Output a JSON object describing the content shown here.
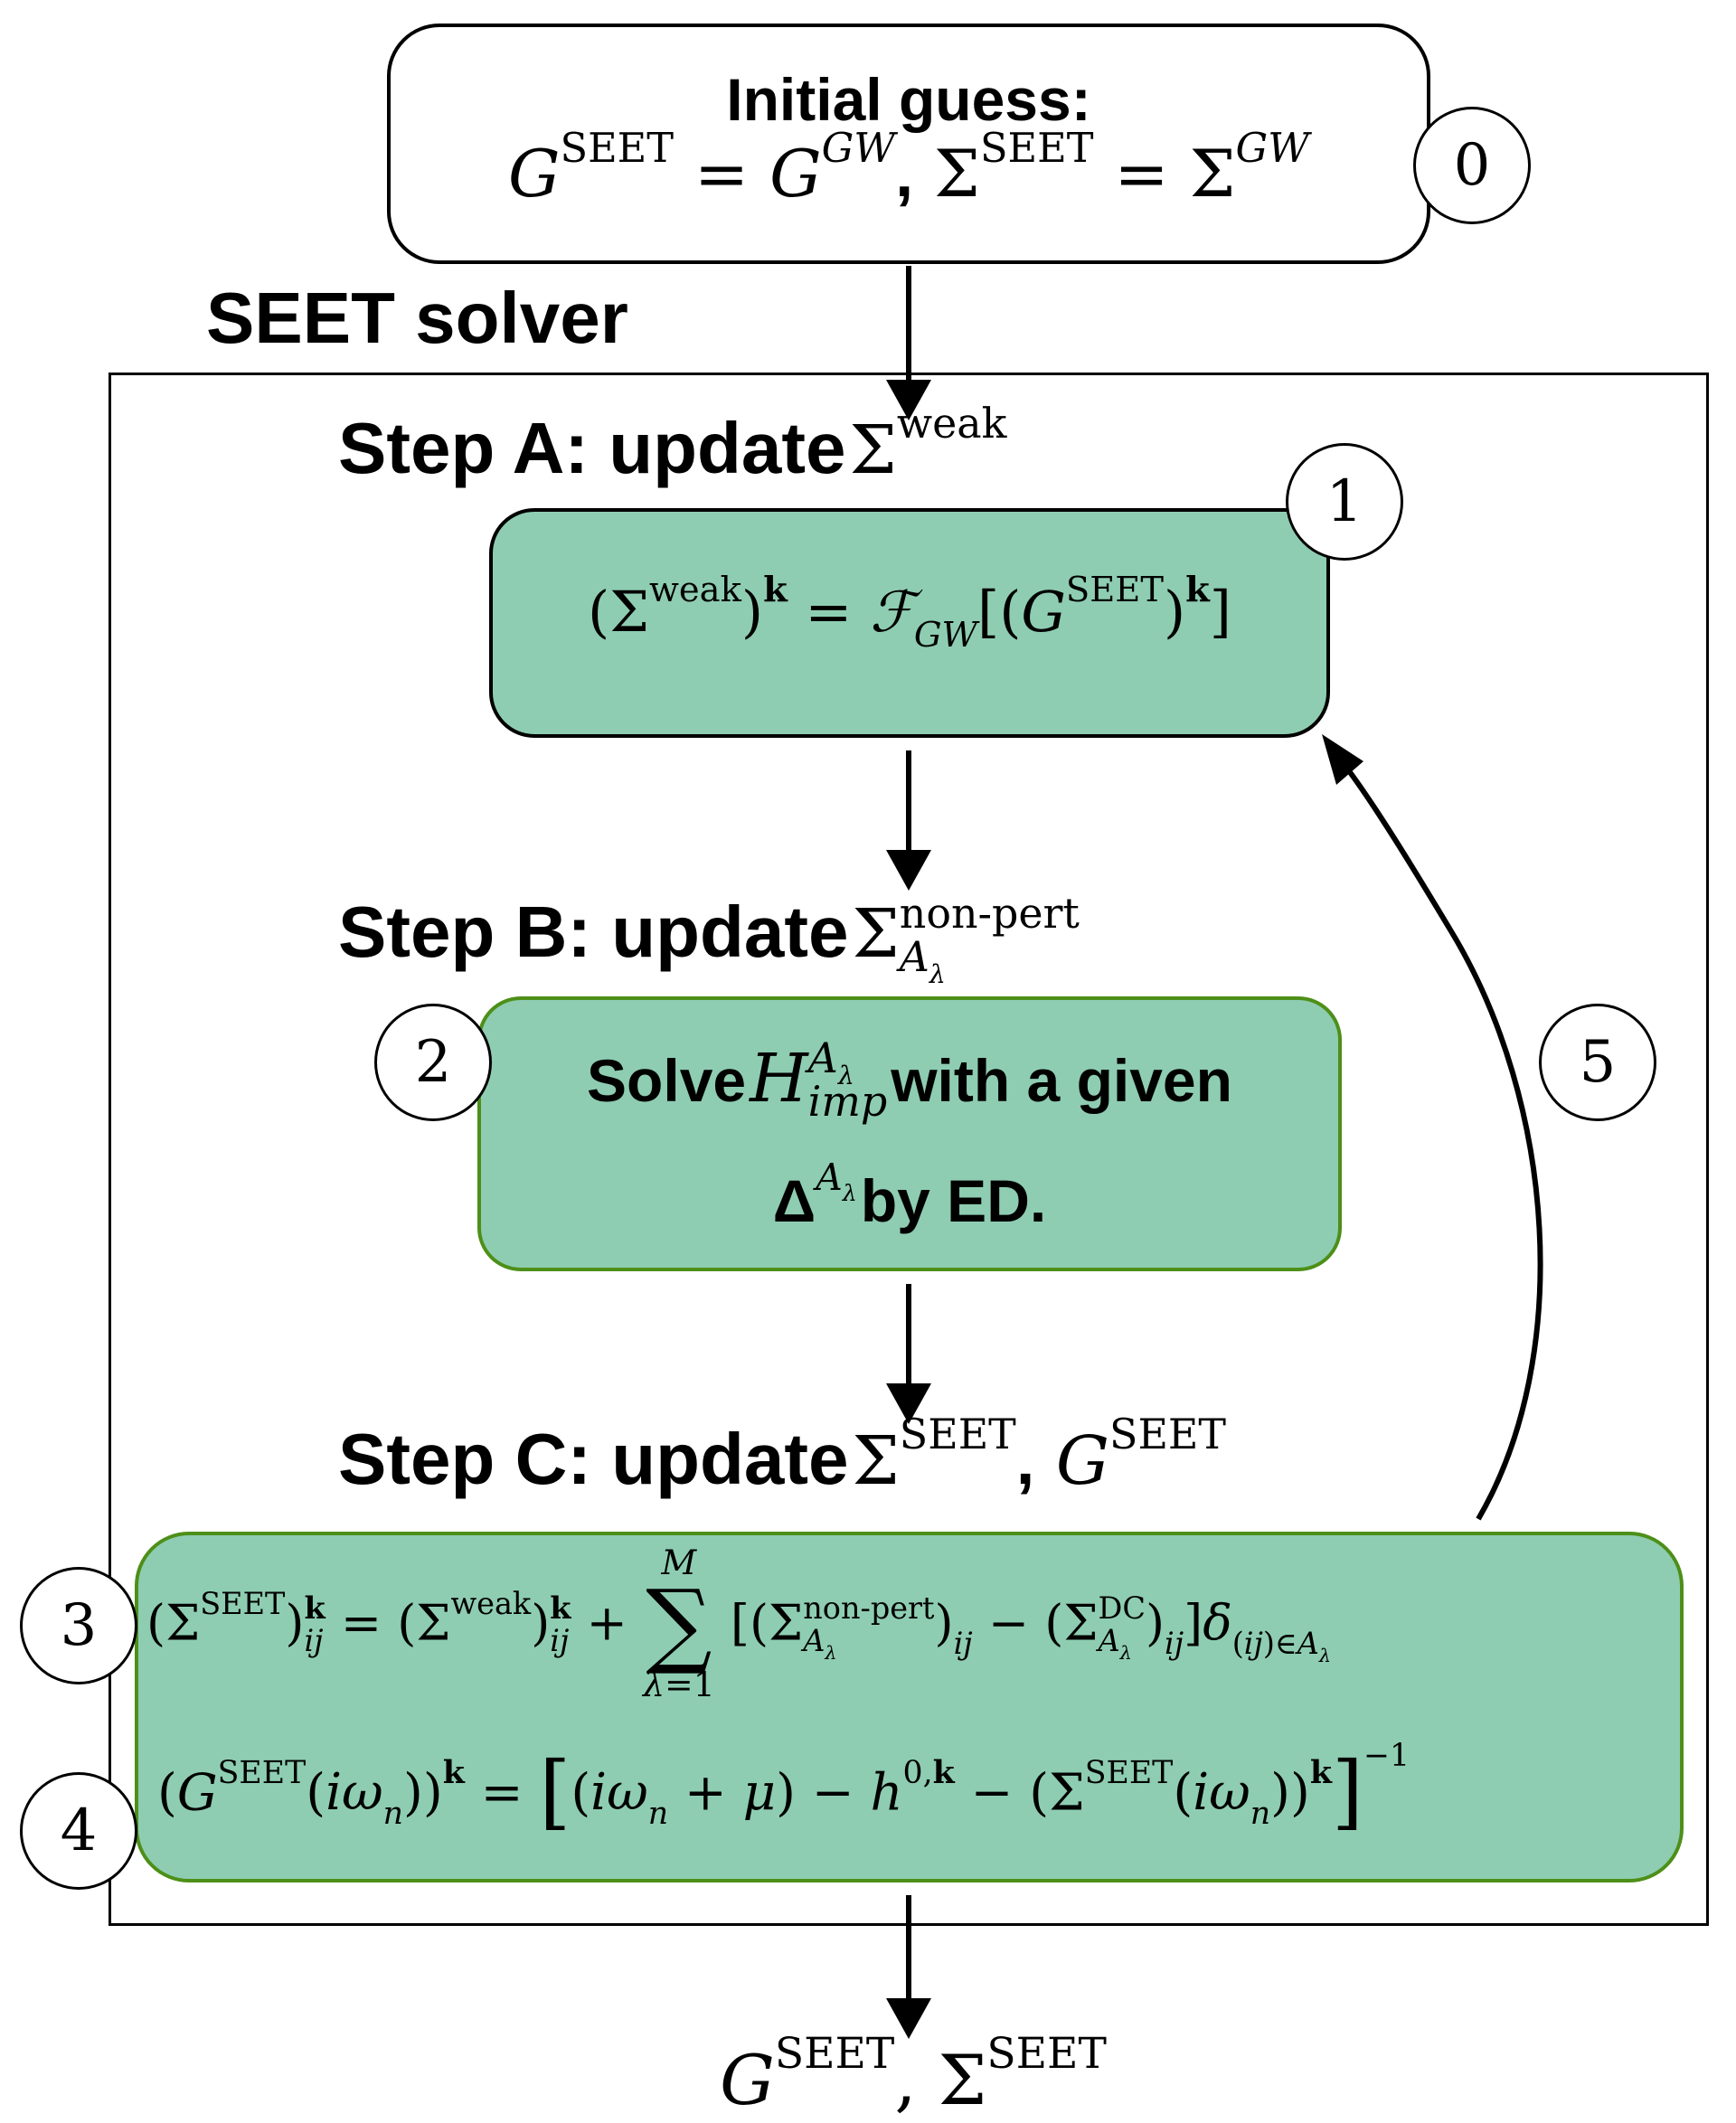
{
  "initial": {
    "title": "Initial guess:",
    "circle": "0"
  },
  "solver_title": "SEET solver",
  "step_a": {
    "heading": "Step A: update",
    "circle": "1"
  },
  "step_b": {
    "heading": "Step B: update",
    "text_solve": "Solve",
    "text_with": "with a given",
    "text_by": "by ED.",
    "circle": "2"
  },
  "step_c": {
    "heading": "Step C: update",
    "circle_3": "3",
    "circle_4": "4"
  },
  "loop_circle": "5",
  "colors": {
    "box_fill": "#8ecdb2",
    "box_border_green": "#4d8f18",
    "line": "#000000"
  }
}
